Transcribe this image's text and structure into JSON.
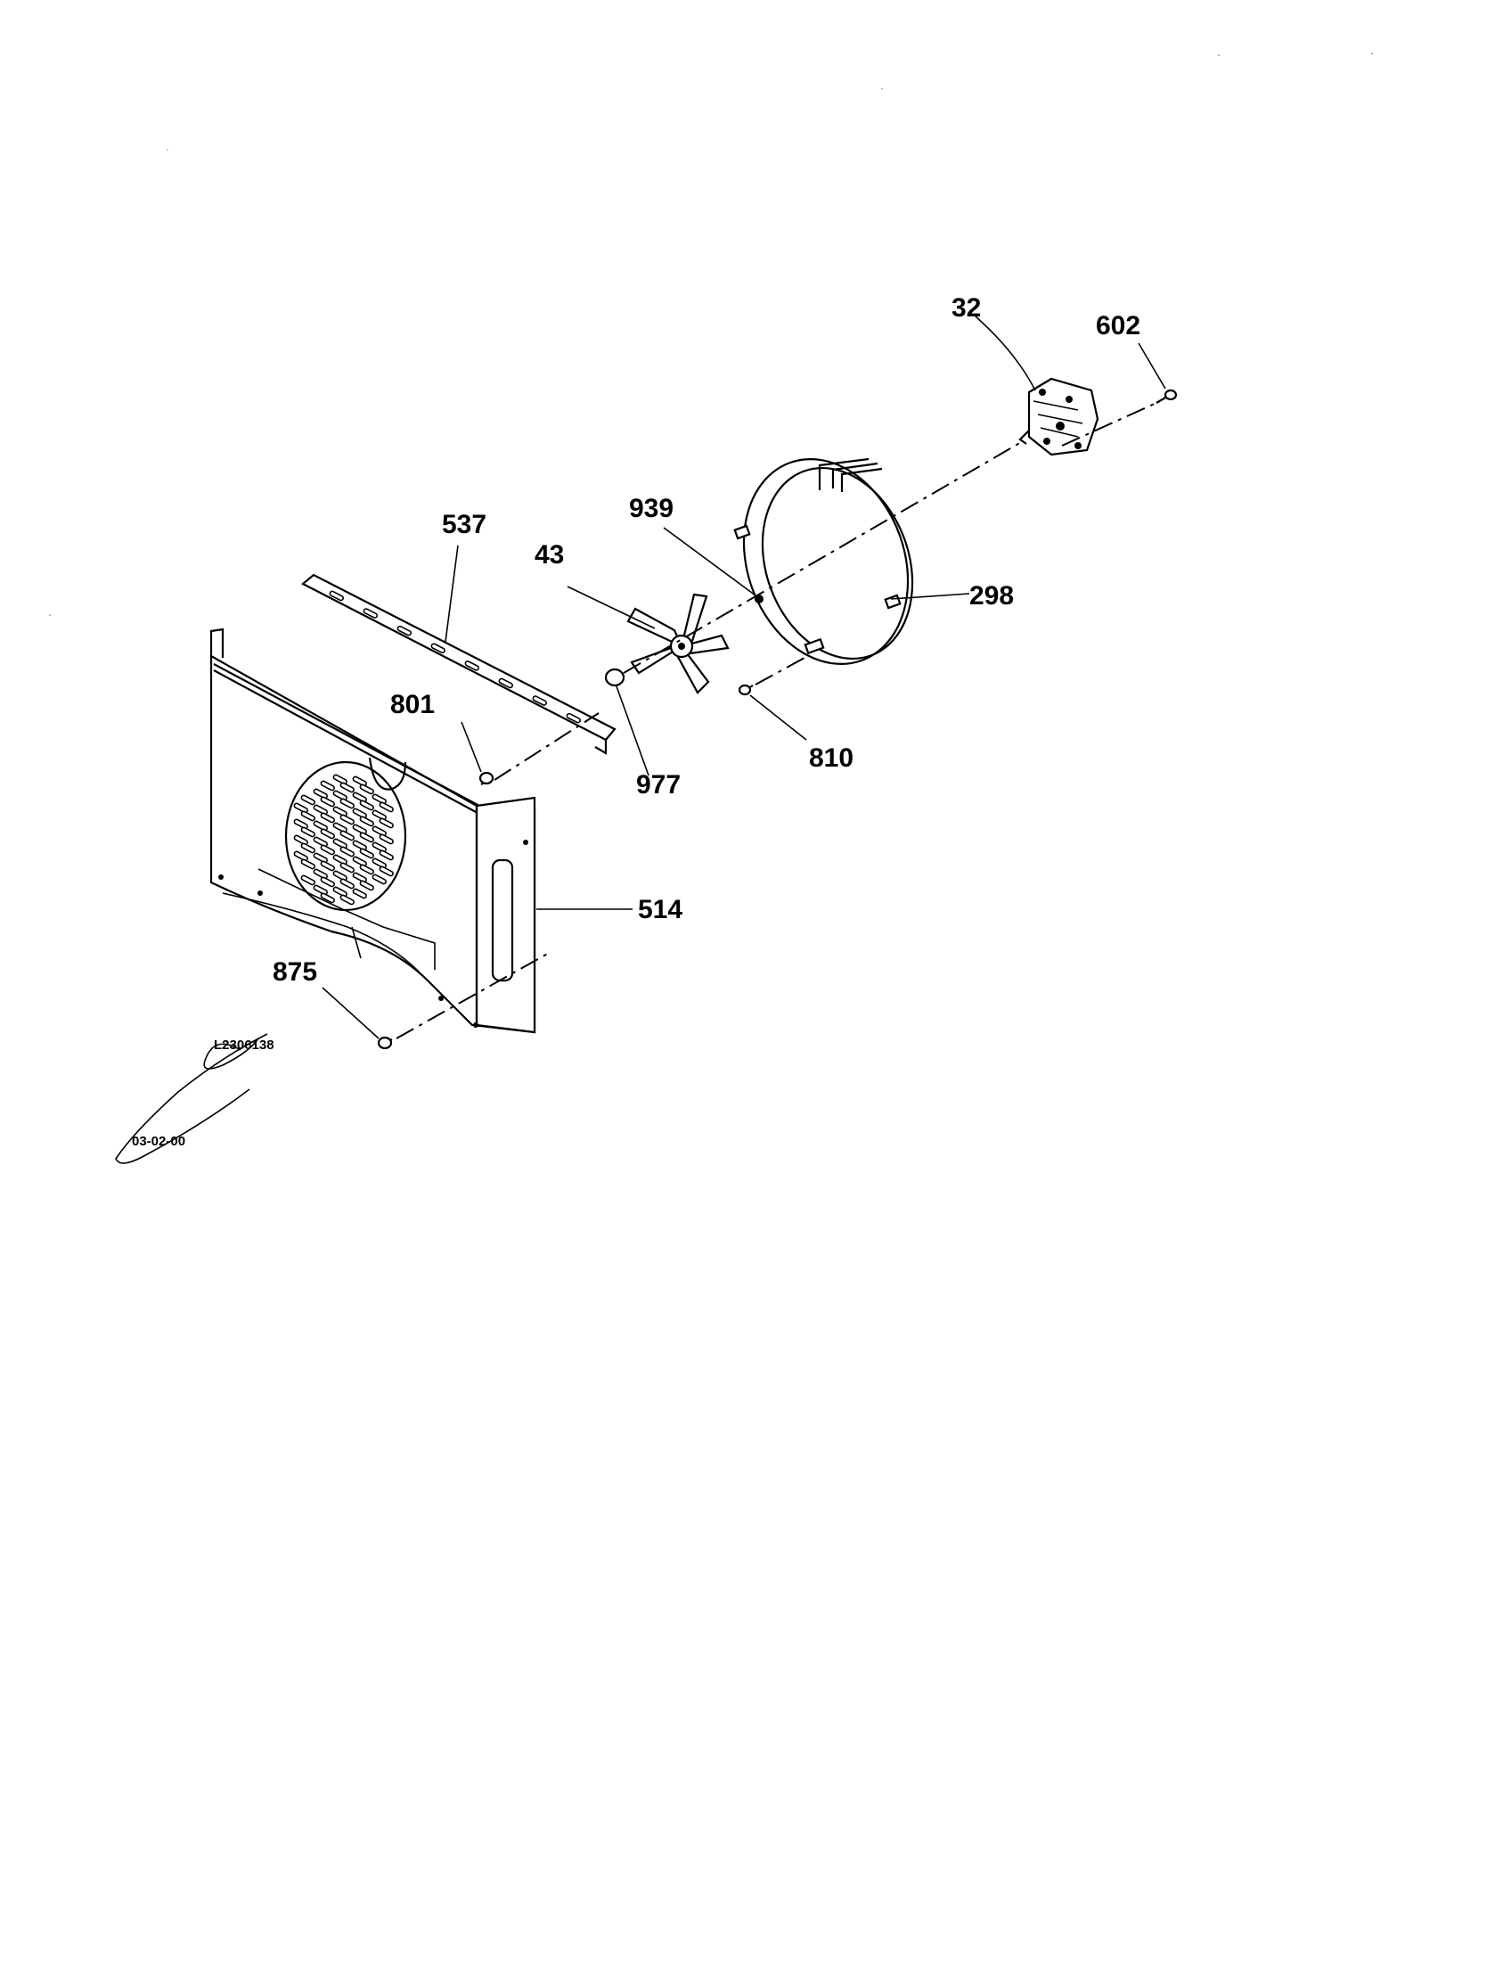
{
  "diagram": {
    "part_numbers": {
      "p32": "32",
      "p602": "602",
      "p537": "537",
      "p939": "939",
      "p43": "43",
      "p298": "298",
      "p801": "801",
      "p977": "977",
      "p810": "810",
      "p514": "514",
      "p875": "875"
    },
    "signature_text": {
      "code": "L2306138",
      "date": "03-02-00"
    }
  }
}
